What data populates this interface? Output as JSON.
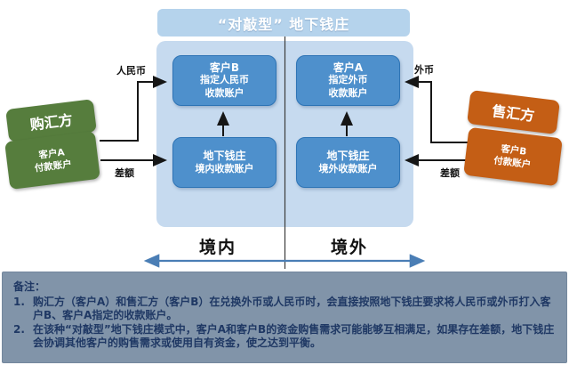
{
  "diagram": {
    "title": "“对敲型” 地下钱庄",
    "regions": {
      "domestic": "境内",
      "overseas": "境外"
    },
    "nodes": {
      "customer_b_receiving": {
        "line1": "客户B",
        "line2": "指定人民币",
        "line3": "收款账户"
      },
      "customer_a_receiving": {
        "line1": "客户A",
        "line2": "指定外币",
        "line3": "收款账户"
      },
      "bank_domestic": {
        "line1": "地下钱庄",
        "line2": "境内收款账户"
      },
      "bank_overseas": {
        "line1": "地下钱庄",
        "line2": "境外收款账户"
      },
      "fx_buyer": {
        "role": "购汇方",
        "account_line1": "客户A",
        "account_line2": "付款账户"
      },
      "fx_seller": {
        "role": "售汇方",
        "account_line1": "客户B",
        "account_line2": "付款账户"
      }
    },
    "flow_labels": {
      "rmb": "人民币",
      "foreign_currency": "外币",
      "difference_left": "差额",
      "difference_right": "差额"
    }
  },
  "notes": {
    "heading": "备注：",
    "items": [
      {
        "num": "1.",
        "text": "购汇方（客户A）和售汇方（客户B）在兑换外币或人民币时，会直接按照地下钱庄要求将人民币或外币打入客户B、客户A指定的收款账户。"
      },
      {
        "num": "2.",
        "text": "在该种“对敲型”地下钱庄模式中，客户A和客户B的资金购售需求可能能够互相满足，如果存在差额，地下钱庄会协调其他客户的购售需求或使用自有资金，使之达到平衡。"
      }
    ]
  },
  "colors": {
    "title_bar": "#b5d3ec",
    "container": "#c6daef",
    "node_fill": "#4e90cc",
    "node_border": "#2e74b5",
    "buyer_green": "#567d3d",
    "seller_orange": "#c45e15",
    "notes_bg": "#8194a9",
    "notes_text": "#1f3864",
    "arrow_black": "#161616",
    "span_arrow_blue": "#4a7eb5"
  }
}
